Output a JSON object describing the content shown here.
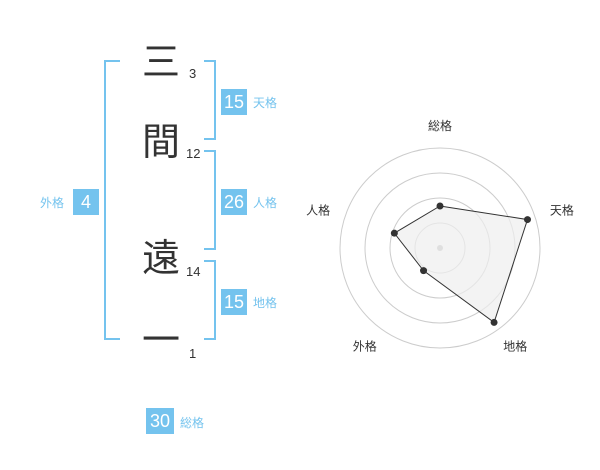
{
  "name": {
    "characters": [
      {
        "char": "三",
        "strokes": "3"
      },
      {
        "char": "間",
        "strokes": "12"
      },
      {
        "char": "遠",
        "strokes": "14"
      },
      {
        "char": "一",
        "strokes": "1"
      }
    ]
  },
  "fortune": {
    "tenkaku": {
      "value": "15",
      "label": "天格"
    },
    "jinkaku": {
      "value": "26",
      "label": "人格"
    },
    "chikaku": {
      "value": "15",
      "label": "地格"
    },
    "gaikaku": {
      "value": "4",
      "label": "外格"
    },
    "soukaku": {
      "value": "30",
      "label": "総格"
    }
  },
  "colors": {
    "accent": "#74c3ee",
    "text": "#333333",
    "radar_fill": "#eeeeee"
  },
  "chart_data": {
    "type": "radar",
    "axes": [
      "総格",
      "天格",
      "地格",
      "外格",
      "人格"
    ],
    "values": [
      0.42,
      0.92,
      0.92,
      0.28,
      0.48
    ],
    "range": [
      0,
      1
    ],
    "rings": 4
  }
}
